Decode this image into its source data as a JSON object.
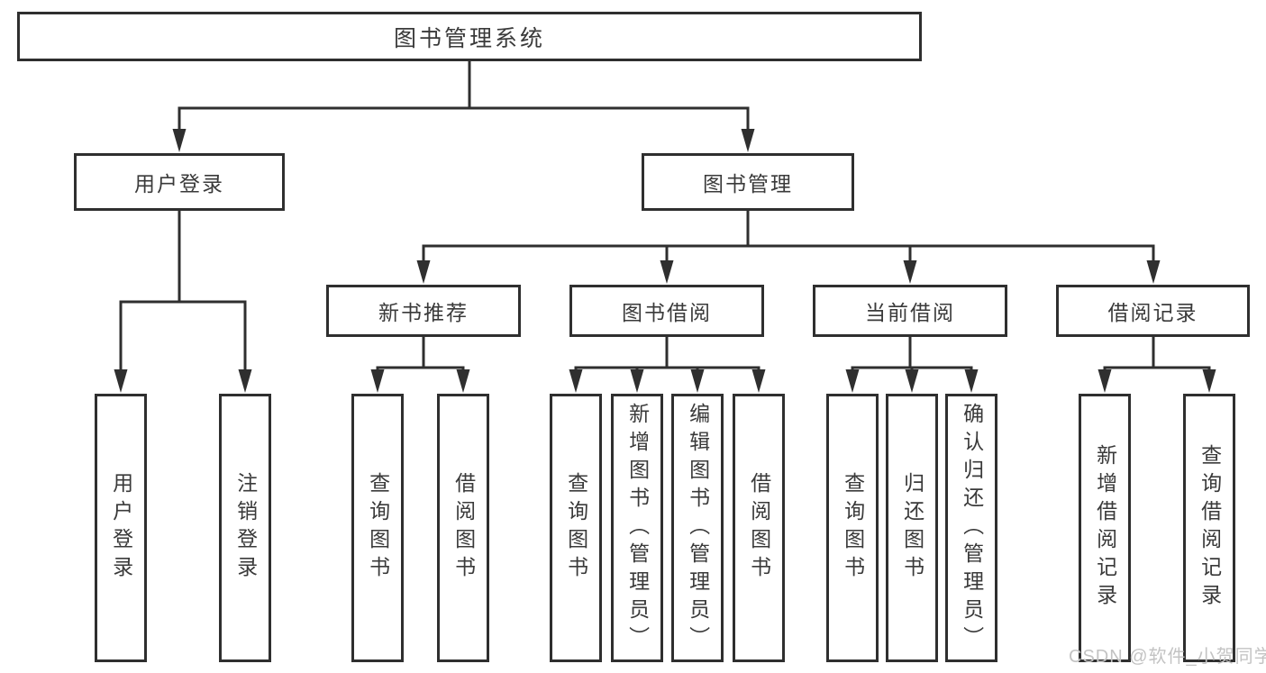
{
  "tree": {
    "root": {
      "label": "图书管理系统"
    },
    "branches": [
      {
        "label": "用户登录",
        "leaves": [
          "用户登录",
          "注销登录"
        ]
      },
      {
        "label": "图书管理",
        "groups": [
          {
            "label": "新书推荐",
            "leaves": [
              "查询图书",
              "借阅图书"
            ]
          },
          {
            "label": "图书借阅",
            "leaves": [
              "查询图书",
              "新增图书（管理员）",
              "编辑图书（管理员）",
              "借阅图书"
            ]
          },
          {
            "label": "当前借阅",
            "leaves": [
              "查询图书",
              "归还图书",
              "确认归还（管理员）"
            ]
          },
          {
            "label": "借阅记录",
            "leaves": [
              "新增借阅记录",
              "查询借阅记录"
            ]
          }
        ]
      }
    ]
  },
  "watermark": {
    "text": "CSDN @软件_小贺同学"
  },
  "colors": {
    "background": "#ffffff",
    "line": "#2f2f2f",
    "box_border": "#2f2f2f",
    "box_fill": "#ffffff",
    "label_text": "#3a3a3a",
    "watermark": "#c3c3c3"
  }
}
